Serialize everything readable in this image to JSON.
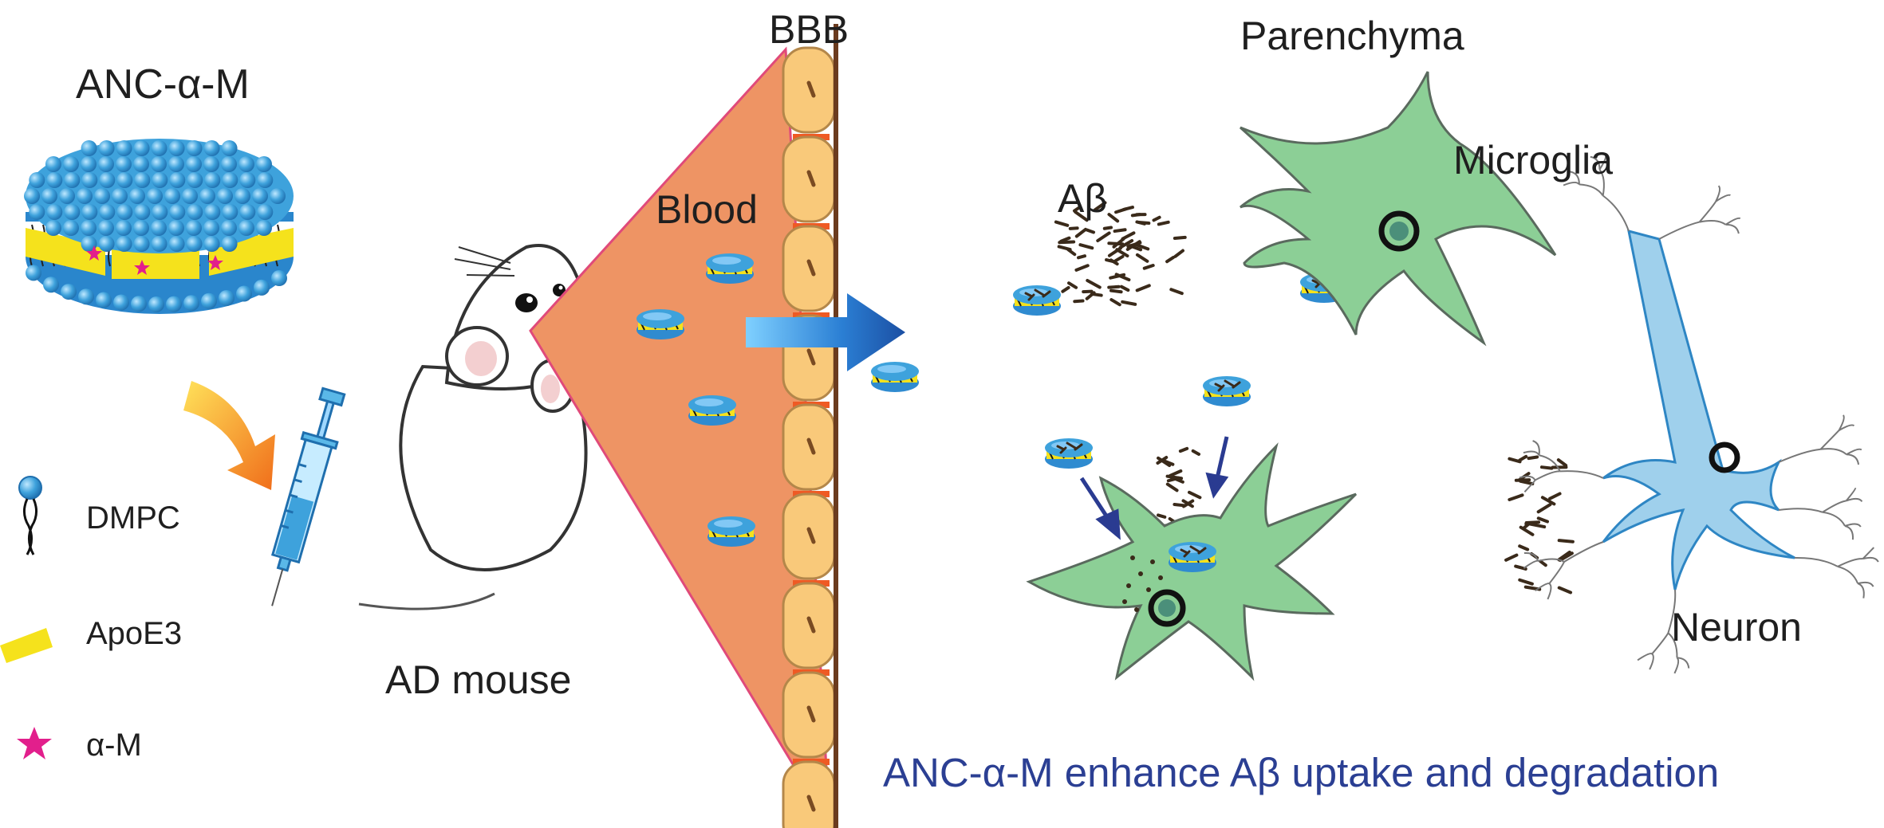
{
  "title": "ANC-α-M",
  "labels": {
    "bbb": "BBB",
    "blood": "Blood",
    "parenchyma": "Parenchyma",
    "abeta": "Aβ",
    "microglia": "Microglia",
    "neuron": "Neuron",
    "ad_mouse": "AD mouse"
  },
  "legend": [
    {
      "key": "dmpc",
      "label": "DMPC",
      "icon": "phospholipid-icon"
    },
    {
      "key": "apoe3",
      "label": "ApoE3",
      "icon": "yellow-bar-icon"
    },
    {
      "key": "am",
      "label": "α-M",
      "icon": "pink-star-icon"
    }
  ],
  "caption": "ANC-α-M enhance Aβ uptake and degradation",
  "colors": {
    "caption": "#2b3f93",
    "triangle": "#ee9464",
    "cells": "#f9c97a",
    "microglia": "#8ccf96",
    "neuron": "#9fd0ec",
    "nanodisc": "#3ea2dc",
    "apoe3": "#f5e21c"
  }
}
